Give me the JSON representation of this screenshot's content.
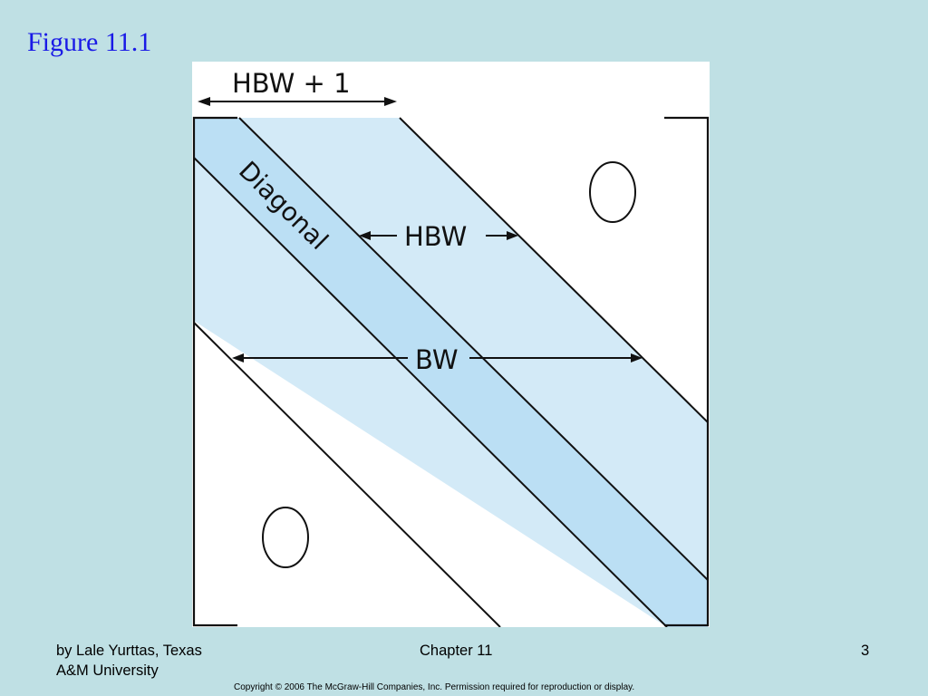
{
  "slide": {
    "title": "Figure 11.1"
  },
  "figure": {
    "labels": {
      "hbw_plus_one": "HBW + 1",
      "diagonal": "Diagonal",
      "hbw": "HBW",
      "bw": "BW"
    },
    "colors": {
      "band_light": "#d3eaf7",
      "band_dark": "#bbdff4",
      "line": "#111111",
      "background": "#ffffff"
    }
  },
  "footer": {
    "author_line1": "by Lale Yurttas, Texas",
    "author_line2": "A&M University",
    "chapter": "Chapter 11",
    "page": "3",
    "copyright": "Copyright © 2006 The McGraw-Hill Companies, Inc.  Permission required for reproduction or display."
  },
  "theme": {
    "slide_background": "#bfe0e4",
    "title_color": "#1a1ae6"
  }
}
